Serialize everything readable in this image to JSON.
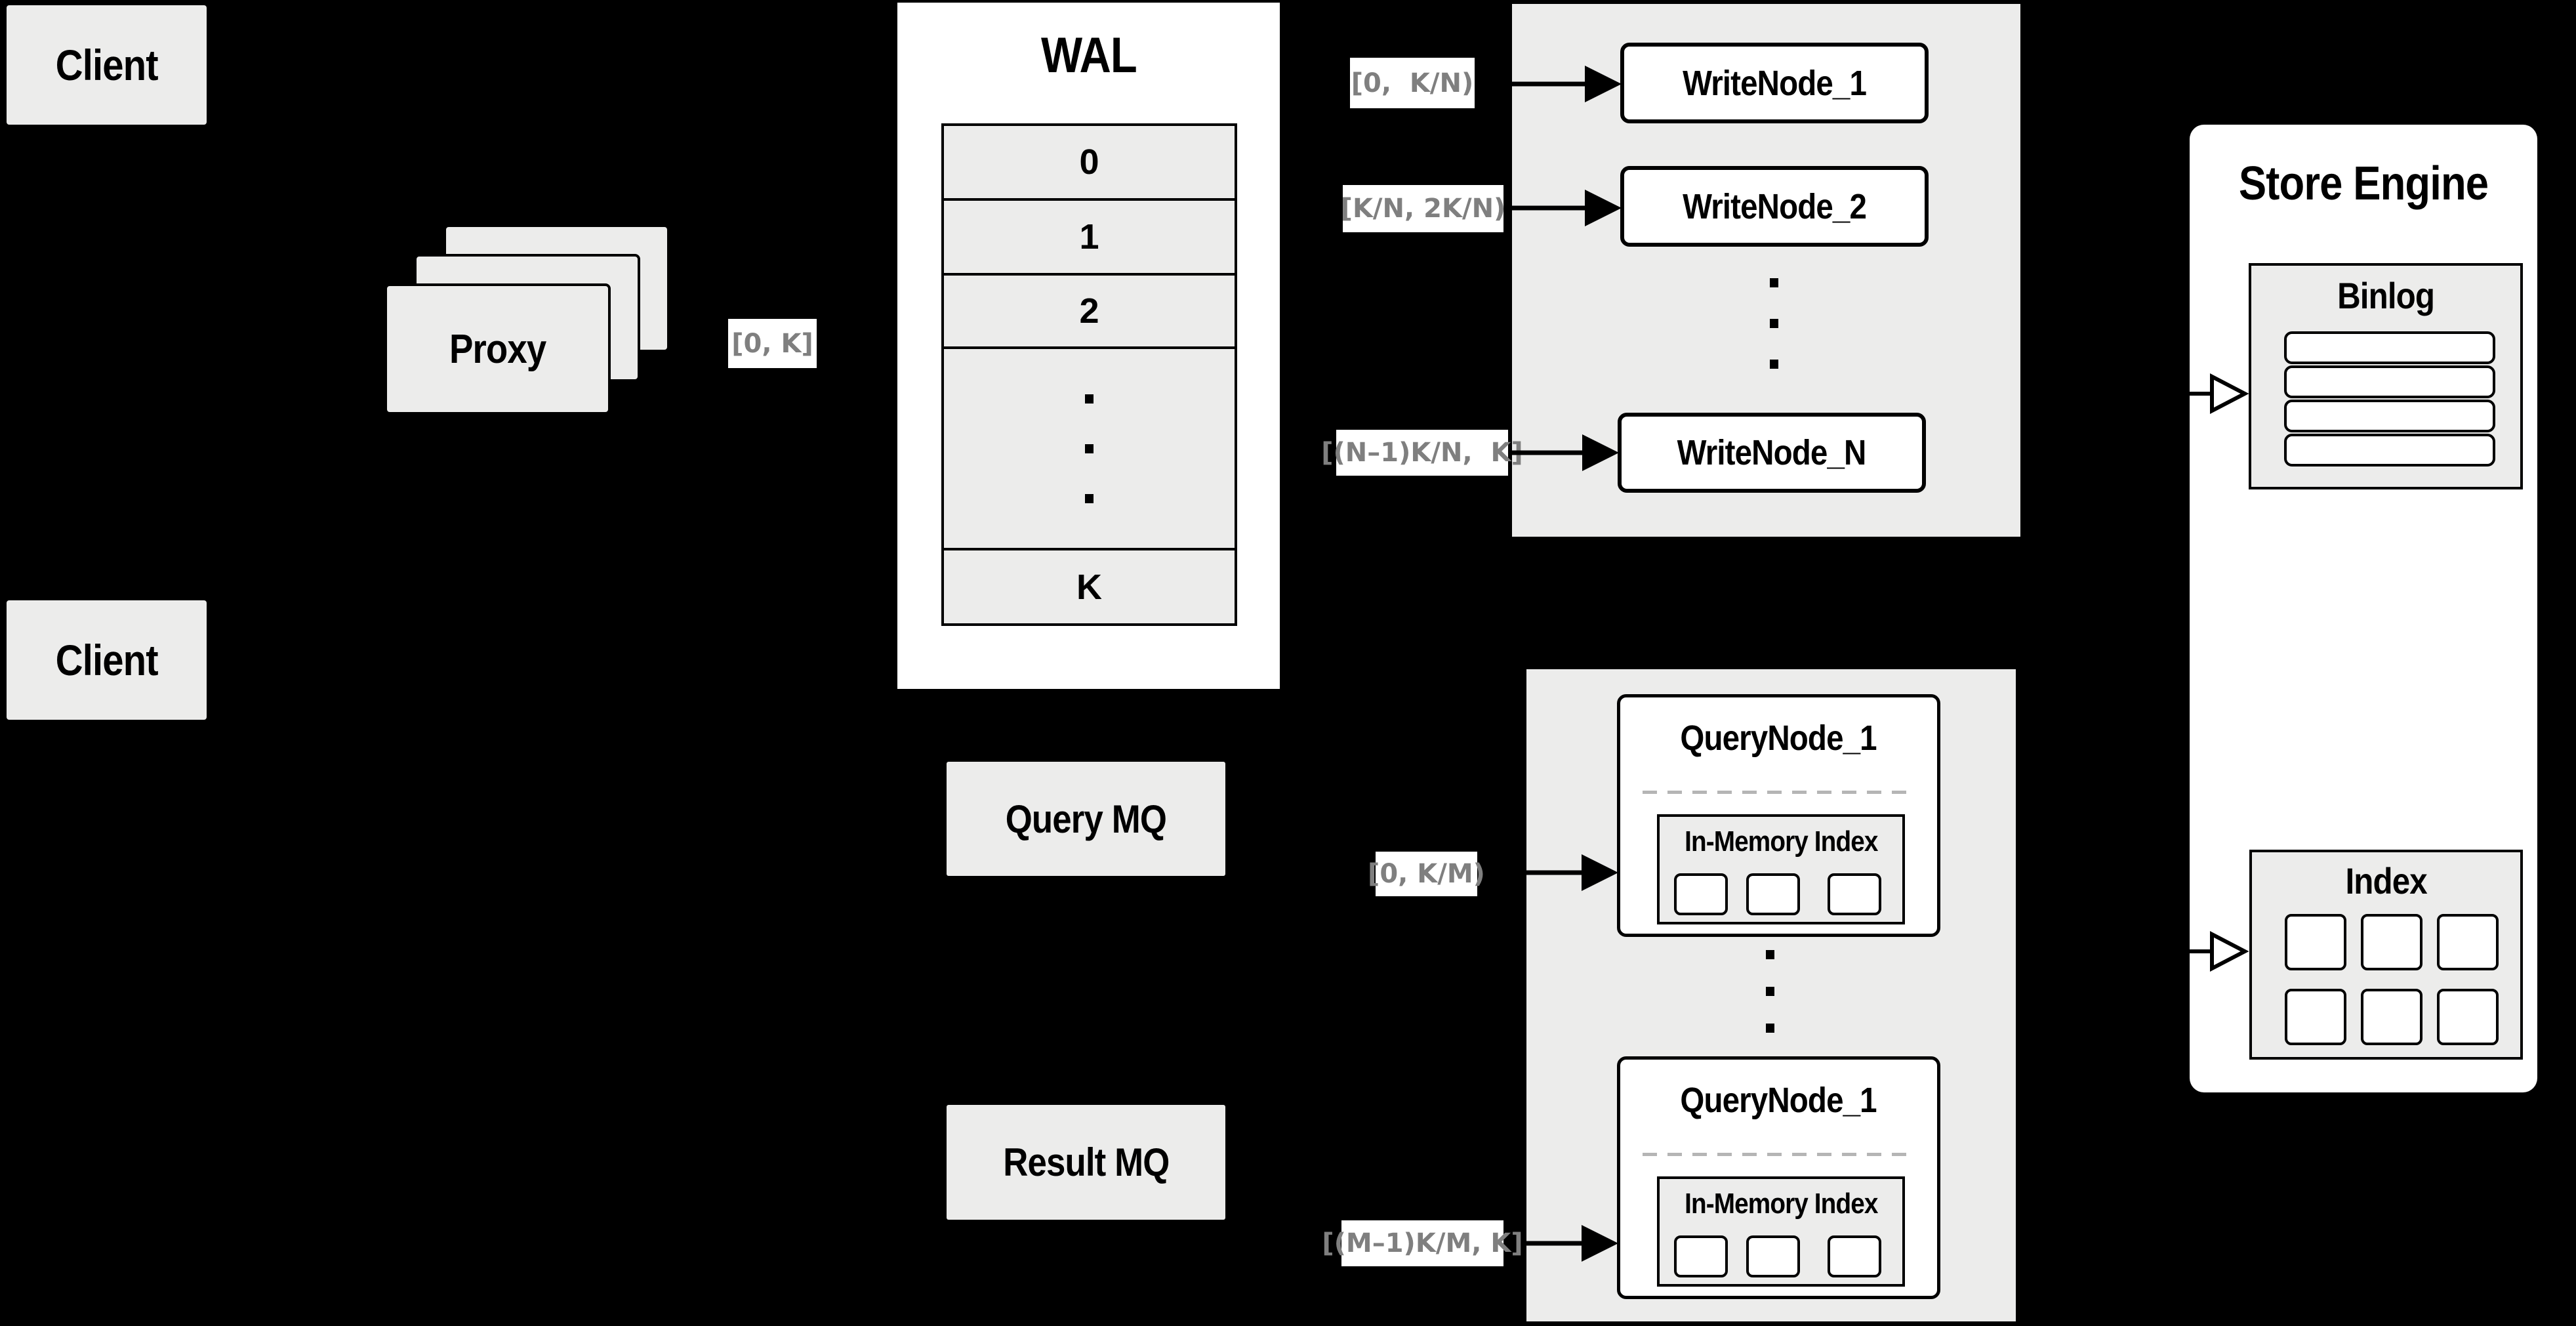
{
  "client_top": {
    "label": "Client"
  },
  "client_bottom": {
    "label": "Client"
  },
  "proxy": {
    "label": "Proxy"
  },
  "wal": {
    "title": "WAL",
    "row_0": "0",
    "row_1": "1",
    "row_2": "2",
    "row_k": "K"
  },
  "write_group": {
    "node_1": "WriteNode_1",
    "node_2": "WriteNode_2",
    "node_n": "WriteNode_N"
  },
  "query_group": {
    "node_top": {
      "title": "QueryNode_1",
      "index_title": "In-Memory Index"
    },
    "node_bottom": {
      "title": "QueryNode_1",
      "index_title": "In-Memory Index"
    }
  },
  "mq": {
    "query": "Query MQ",
    "result": "Result MQ"
  },
  "store_engine": {
    "title": "Store Engine",
    "binlog_title": "Binlog",
    "index_title": "Index"
  },
  "range_labels": {
    "proxy_out": "[0, K]",
    "write_1": "[0,  K/N)",
    "write_2": "[K/N, 2K/N)",
    "write_n": "[(N–1)K/N,  K]",
    "query_1": "[0, K/M)",
    "query_m": "[(M–1)K/M, K]"
  },
  "colors": {
    "background": "#000000",
    "panel": "#ececeb",
    "surface": "#ffffff",
    "ink": "#000000",
    "muted_label": "#7f7f7f"
  }
}
